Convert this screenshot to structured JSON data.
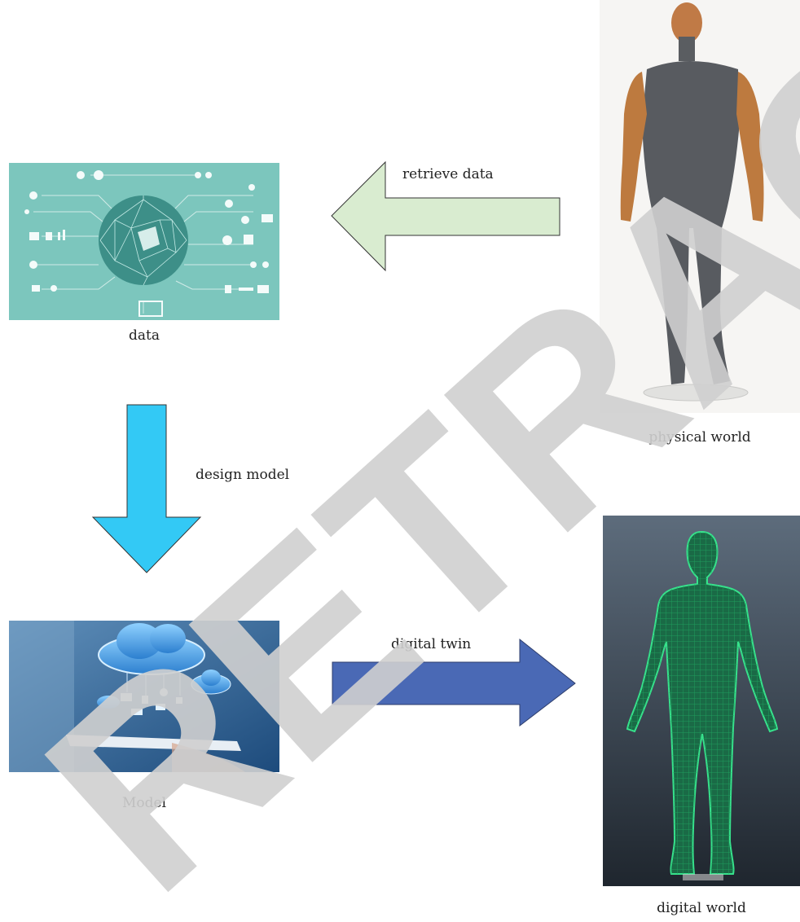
{
  "nodes": {
    "data": {
      "caption": "data"
    },
    "physical_world": {
      "caption": "physical world"
    },
    "model": {
      "caption": "Model"
    },
    "digital_world": {
      "caption": "digital world"
    }
  },
  "arrows": {
    "retrieve": {
      "label": "retrieve data",
      "color": "#d9ecd0"
    },
    "design": {
      "label": "design model",
      "color": "#33c9f5"
    },
    "twin": {
      "label": "digital twin",
      "color": "#4a69b5"
    }
  },
  "watermark": {
    "text": "RETRACTED",
    "color": "#d0d0d0"
  }
}
